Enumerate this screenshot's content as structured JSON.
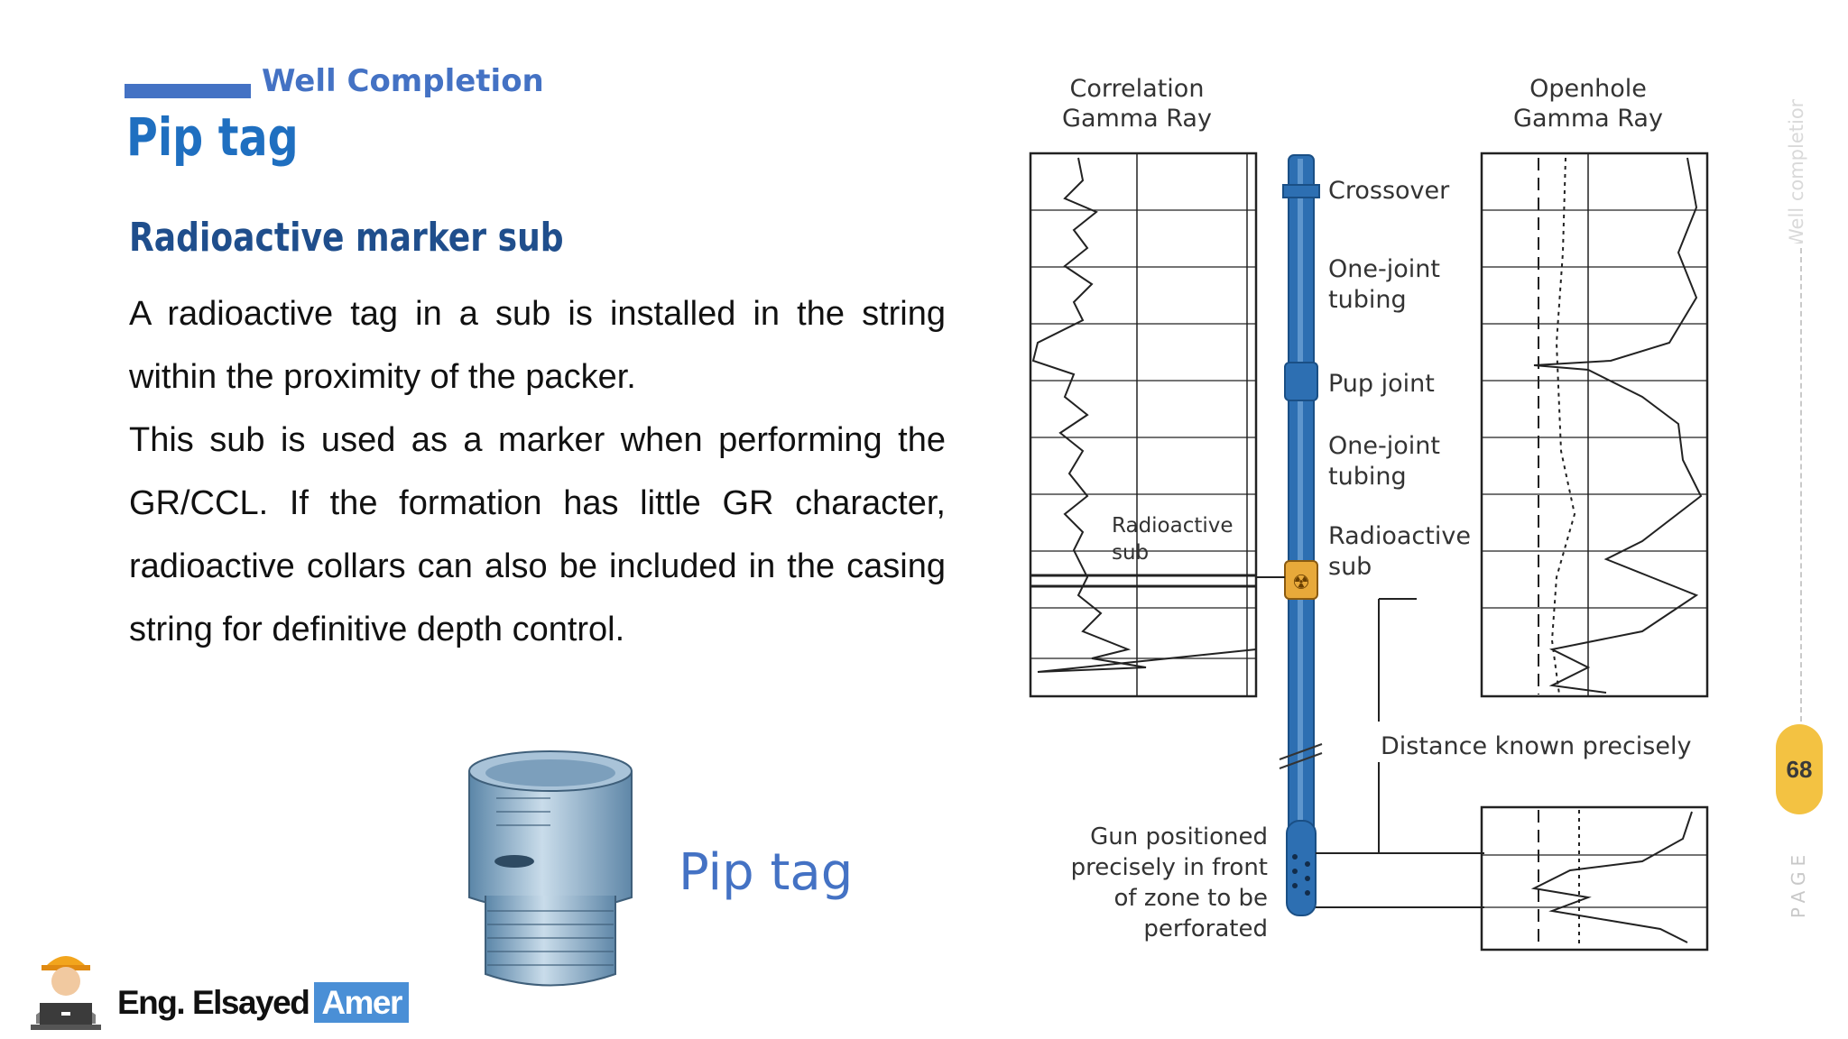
{
  "header": {
    "section": "Well Completion",
    "title": "Pip tag",
    "subtitle": "Radioactive marker sub"
  },
  "body": {
    "paragraph1": "A radioactive tag in a sub is installed in the string within the proximity of the packer.",
    "paragraph2": "This sub is used as a marker when performing the GR/CCL. If the formation has little GR character, radioactive collars can also be included in the casing string for definitive depth control."
  },
  "image_caption": "Pip tag",
  "diagram": {
    "left_log_title": [
      "Correlation",
      "Gamma Ray"
    ],
    "right_log_title": [
      "Openhole",
      "Gamma Ray"
    ],
    "labels": {
      "crossover": "Crossover",
      "one_joint_1": [
        "One-joint",
        "tubing"
      ],
      "pup_joint": "Pup joint",
      "one_joint_2": [
        "One-joint",
        "tubing"
      ],
      "radioactive_sub": [
        "Radioactive",
        "sub"
      ],
      "left_radioactive_sub": [
        "Radioactive",
        "sub"
      ],
      "distance": "Distance known precisely",
      "gun": [
        "Gun positioned",
        "precisely in front",
        "of zone to be",
        "perforated"
      ]
    }
  },
  "sidebar": {
    "vertical_text": "Well completion",
    "page_number": "68",
    "page_label": "PAGE"
  },
  "footer": {
    "author_first": "Eng. Elsayed",
    "author_last": "Amer"
  },
  "colors": {
    "accent": "#4472c4",
    "title_blue": "#1f6fc0",
    "subtitle_blue": "#1f4e8c",
    "badge": "#f3c242",
    "tube_blue": "#2d6fb2"
  }
}
